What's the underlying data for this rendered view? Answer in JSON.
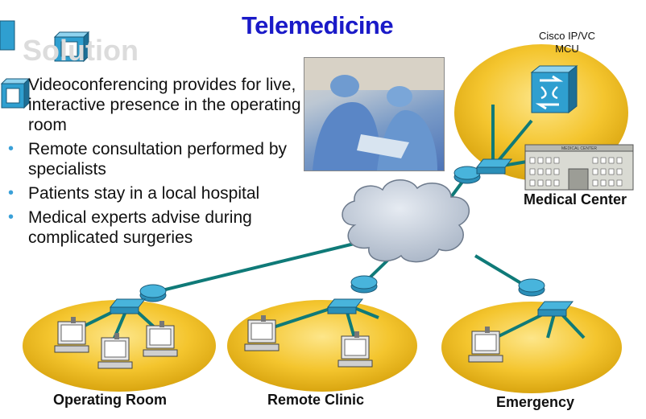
{
  "title": "Telemedicine",
  "section_title": "Solution",
  "bullets": [
    "Videoconferencing provides for live, interactive presence in the operating room",
    "Remote consultation performed by specialists",
    "Patients stay in a local hospital",
    "Medical experts advise during complicated surgeries"
  ],
  "mcu": {
    "label_line1": "Cisco IP/VC",
    "label_line2": "MCU"
  },
  "medical_center": {
    "label": "Medical Center",
    "sign": "MEDICAL CENTER"
  },
  "sites": {
    "operating_room": "Operating Room",
    "remote_clinic": "Remote Clinic",
    "emergency": "Emergency"
  },
  "colors": {
    "title": "#1a1ac8",
    "ellipse": "#f0c020",
    "cloud": "#bfc8d6",
    "link": "#0f7a78",
    "device": "#3aa3c8"
  }
}
